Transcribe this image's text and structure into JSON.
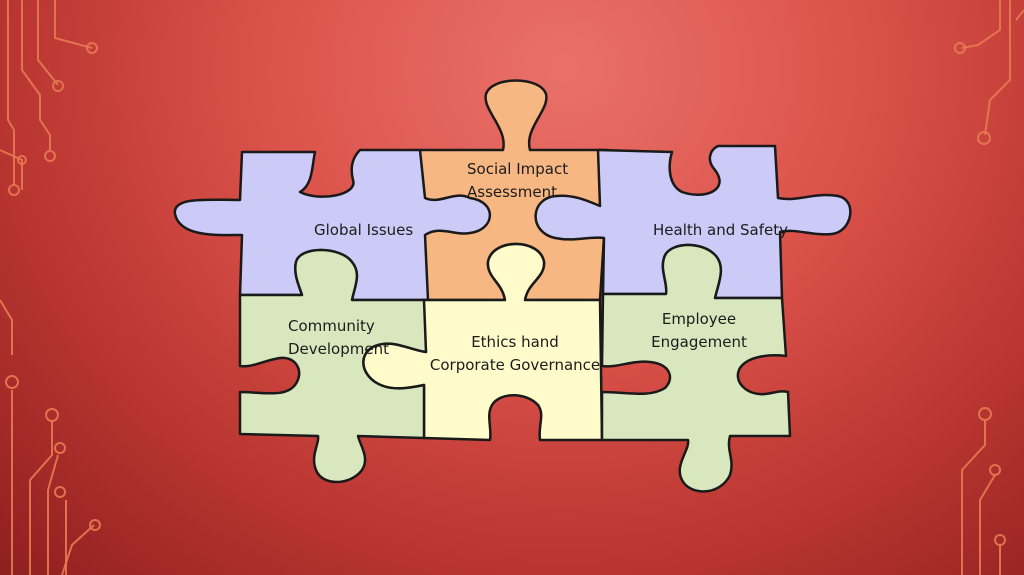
{
  "slide": {
    "colors": {
      "background": "#d94b44",
      "circuit": "#e77a52",
      "blue_piece": "#cccbf7",
      "orange_piece": "#f7b782",
      "green_piece": "#d9e7bf",
      "yellow_piece": "#fffbcb"
    }
  },
  "puzzle": {
    "pieces": [
      {
        "label": "Global Issues",
        "color": "blue"
      },
      {
        "label": "Social Impact\nAssessment",
        "color": "orange"
      },
      {
        "label": "Health and Safety",
        "color": "blue"
      },
      {
        "label": "Community\nDevelopment",
        "color": "green"
      },
      {
        "label": "Ethics hand\nCorporate Governance",
        "color": "yellow"
      },
      {
        "label": "Employee\nEngagement",
        "color": "green"
      }
    ]
  }
}
